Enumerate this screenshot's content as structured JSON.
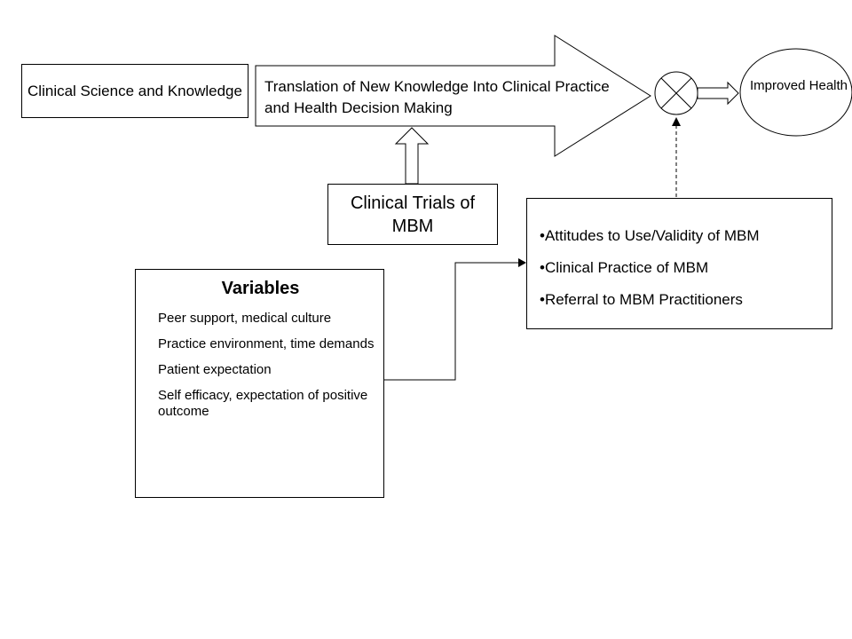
{
  "diagram": {
    "clinical_science": "Clinical Science and Knowledge",
    "translation": "Translation of New Knowledge Into Clinical Practice and Health Decision Making",
    "clinical_trials": "Clinical Trials of MBM",
    "variables": {
      "title": "Variables",
      "items": [
        "Peer support, medical culture",
        "Practice environment, time demands",
        "Patient expectation",
        "Self efficacy, expectation of positive outcome"
      ]
    },
    "outcomes": {
      "items": [
        "•Attitudes to Use/Validity of MBM",
        "•Clinical Practice of MBM",
        "•Referral to MBM Practitioners"
      ]
    },
    "improved_health": "Improved Health"
  }
}
